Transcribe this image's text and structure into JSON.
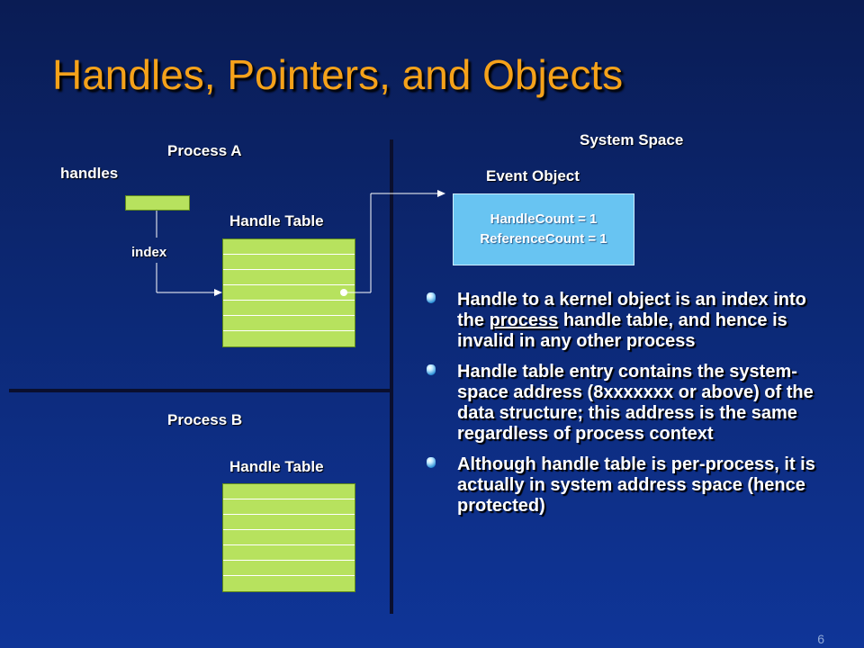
{
  "title": "Handles, Pointers, and Objects",
  "process_a": {
    "label": "Process A",
    "handles_label": "handles",
    "index_label": "index",
    "table_label": "Handle Table"
  },
  "process_b": {
    "label": "Process B",
    "table_label": "Handle Table"
  },
  "system_space": {
    "label": "System Space",
    "object_label": "Event Object",
    "handle_count": "HandleCount = 1",
    "reference_count": "ReferenceCount = 1"
  },
  "bullets": [
    {
      "before": "Handle to a kernel object is an index into the ",
      "underlined": "process",
      "after": " handle table, and hence is invalid in any other process"
    },
    {
      "text": "Handle table entry contains the system-space address (8xxxxxxx or above) of the data structure; this address is the same regardless of process context"
    },
    {
      "text": "Although handle table is per-process, it is actually in system address space (hence protected)"
    }
  ],
  "page_number": "6",
  "colors": {
    "title": "#f5a21a",
    "table_fill": "#b7e25e",
    "object_fill": "#68c4f2",
    "divider": "#0a0f2e"
  }
}
